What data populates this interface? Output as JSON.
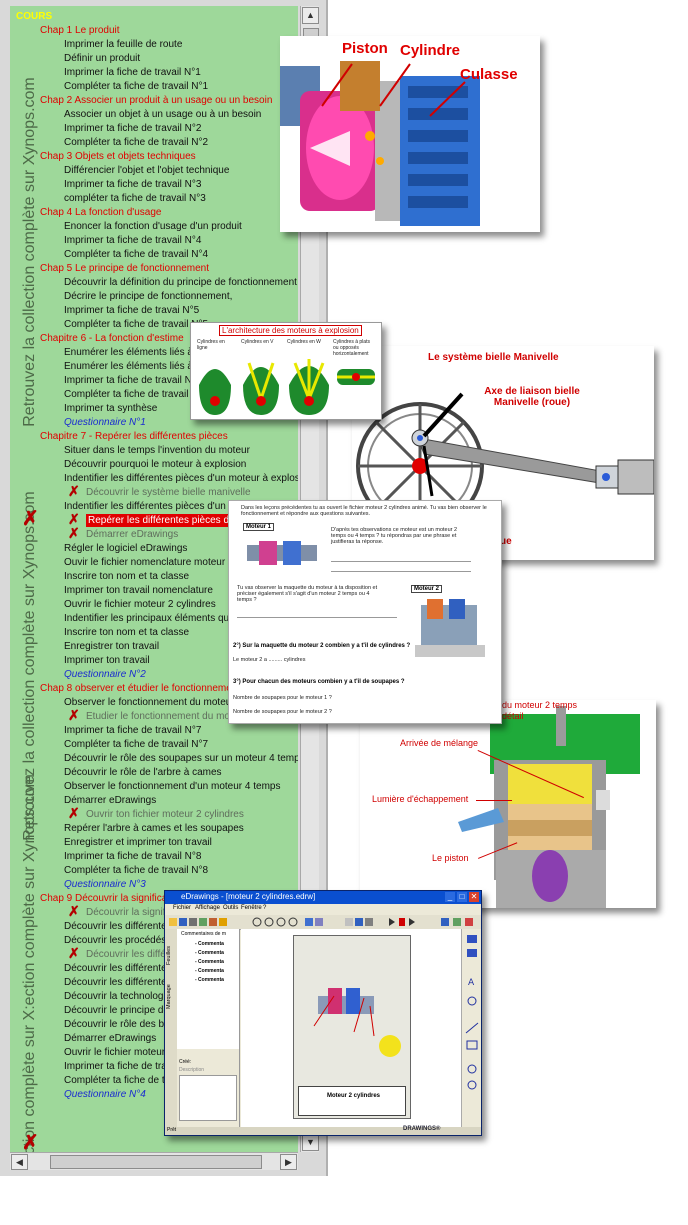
{
  "tree": {
    "root": "COURS",
    "rows": [
      {
        "cls": "head",
        "text": "Chap 1 Le produit"
      },
      {
        "cls": "",
        "text": "Imprimer la feuille de route"
      },
      {
        "cls": "",
        "text": "Définir un produit"
      },
      {
        "cls": "",
        "text": "Imprimer la fiche de travail N°1"
      },
      {
        "cls": "",
        "text": "Compléter ta fiche de travail N°1"
      },
      {
        "cls": "head",
        "text": "Chap 2 Associer un produit à un usage ou un besoin"
      },
      {
        "cls": "",
        "text": "Associer un objet à un usage ou à un besoin"
      },
      {
        "cls": "",
        "text": "Imprimer ta fiche de travail N°2"
      },
      {
        "cls": "",
        "text": "Compléter ta fiche de travail N°2"
      },
      {
        "cls": "head",
        "text": "Chap 3 Objets et objets techniques"
      },
      {
        "cls": "",
        "text": "Différencier l'objet et l'objet technique"
      },
      {
        "cls": "",
        "text": "Imprimer ta fiche de travail N°3"
      },
      {
        "cls": "",
        "text": "compléter ta fiche de travail N°3"
      },
      {
        "cls": "head",
        "text": "Chap 4 La fonction d'usage"
      },
      {
        "cls": "",
        "text": "Enoncer la fonction d'usage d'un produit"
      },
      {
        "cls": "",
        "text": "Imprimer ta fiche de travail N°4"
      },
      {
        "cls": "",
        "text": "Compléter ta fiche de travail N°4"
      },
      {
        "cls": "head",
        "text": "Chap 5 Le principe de fonctionnement"
      },
      {
        "cls": "",
        "text": "Découvrir la définition du principe de fonctionnement"
      },
      {
        "cls": "",
        "text": "Décrire le principe de fonctionnement,"
      },
      {
        "cls": "",
        "text": "Imprimer ta fiche de travai N°5"
      },
      {
        "cls": "",
        "text": "Compléter ta fiche de travail N°5"
      },
      {
        "cls": "head",
        "text": "Chapitre 6 - La fonction d'estime"
      },
      {
        "cls": "",
        "text": "Enumérer les éléments liés à la fonction d'estime"
      },
      {
        "cls": "",
        "text": "Enumérer les éléments liés à la fonction d'usage"
      },
      {
        "cls": "",
        "text": "Imprimer ta fiche de travail N°6"
      },
      {
        "cls": "",
        "text": "Compléter ta fiche de travail N°6"
      },
      {
        "cls": "",
        "text": "Imprimer ta synthèse"
      },
      {
        "cls": "quiz",
        "text": "Questionnaire N°1"
      },
      {
        "cls": "head",
        "text": "Chapitre 7 - Repérer les différentes pièces"
      },
      {
        "cls": "",
        "text": "Situer dans le temps l'invention du moteur"
      },
      {
        "cls": "",
        "text": "Découvrir pourquoi le moteur à explosion"
      },
      {
        "cls": "",
        "text": "Indentifier les différentes pièces d'un moteur à explosion"
      },
      {
        "cls": "grey",
        "text": "Découvrir le système bielle manivelle",
        "tick": true
      },
      {
        "cls": "",
        "text": "Indentifier les différentes pièces d'un moteur"
      },
      {
        "cls": "hl",
        "text": "Repérer les différentes pièces d'un moteur",
        "tick": true
      },
      {
        "cls": "grey",
        "text": "Démarrer eDrawings",
        "tick": true
      },
      {
        "cls": "",
        "text": "Régler le logiciel eDrawings"
      },
      {
        "cls": "",
        "text": "Ouvir le fichier nomenclature moteur"
      },
      {
        "cls": "",
        "text": "Inscrire ton nom et ta classe"
      },
      {
        "cls": "",
        "text": "Imprimer ton travail nomenclature"
      },
      {
        "cls": "",
        "text": "Ouvrir le fichier moteur 2 cylindres"
      },
      {
        "cls": "",
        "text": "Indentifier les principaux éléments qui composent le moteur"
      },
      {
        "cls": "",
        "text": "Inscrire ton nom et ta classe"
      },
      {
        "cls": "",
        "text": "Enregistrer ton travail"
      },
      {
        "cls": "",
        "text": "Imprimer ton travail"
      },
      {
        "cls": "quiz",
        "text": "Questionnaire N°2"
      },
      {
        "cls": "head",
        "text": "Chap 8 observer et étudier le fonctionnement d'un moteur"
      },
      {
        "cls": "",
        "text": "Observer le fonctionnement du moteur 2 temps"
      },
      {
        "cls": "grey",
        "text": "Etudier le fonctionnement du moteur 2 temps",
        "tick": true
      },
      {
        "cls": "",
        "text": "Imprimer ta fiche de travail N°7"
      },
      {
        "cls": "",
        "text": "Compléter ta fiche de travail N°7"
      },
      {
        "cls": "",
        "text": "Découvrir le rôle des soupapes sur un moteur 4 temps"
      },
      {
        "cls": "",
        "text": "Découvrir le rôle de l'arbre à cames"
      },
      {
        "cls": "",
        "text": "Observer le fonctionnement d'un moteur 4 temps"
      },
      {
        "cls": "",
        "text": "Démarrer eDrawings"
      },
      {
        "cls": "grey",
        "text": "Ouvrir ton fichier moteur 2 cylindres",
        "tick": true
      },
      {
        "cls": "",
        "text": "Repérer l'arbre à cames et les soupapes"
      },
      {
        "cls": "",
        "text": "Enregistrer et imprimer ton travail"
      },
      {
        "cls": "",
        "text": "Imprimer ta fiche de travail N°8"
      },
      {
        "cls": "",
        "text": "Compléter ta fiche de travail N°8"
      },
      {
        "cls": "quiz",
        "text": "Questionnaire N°3"
      },
      {
        "cls": "head",
        "text": "Chap 9 Découvrir la signification"
      },
      {
        "cls": "grey",
        "text": "Découvrir la signification",
        "tick": true
      },
      {
        "cls": "",
        "text": "Découvrir les différentes"
      },
      {
        "cls": "",
        "text": "Découvrir les procédés"
      },
      {
        "cls": "grey",
        "text": "Découvrir les différentes",
        "tick": true
      },
      {
        "cls": "",
        "text": "Découvrir les différentes"
      },
      {
        "cls": "",
        "text": "Découvrir les différentes"
      },
      {
        "cls": "",
        "text": "Découvrir la technologie"
      },
      {
        "cls": "",
        "text": "Découvrir le principe de"
      },
      {
        "cls": "",
        "text": "Découvrir le rôle des bo"
      },
      {
        "cls": "",
        "text": "Démarrer eDrawings"
      },
      {
        "cls": "",
        "text": "Ouvrir le fichier moteur"
      },
      {
        "cls": "",
        "text": "Imprimer ta fiche de tra"
      },
      {
        "cls": "",
        "text": "Compléter ta fiche de tra"
      },
      {
        "cls": "quiz",
        "text": "Questionnaire N°4"
      }
    ],
    "watermarks": [
      "Retrouvez la collection complète sur Xynops.com",
      "Retrouvez la collection complète sur Xynops.com",
      "Retrouvez la collection complète sur X:ection complète sur Xynops.com"
    ]
  },
  "piston_card": {
    "piston": "Piston",
    "cylindre": "Cylindre",
    "culasse": "Culasse"
  },
  "archi_card": {
    "title": "L'architecture des moteurs à explosion",
    "captions": [
      "Cylindres en ligne",
      "Cylindres en V",
      "Cylindres en W",
      "Cylindres à plats ou opposés horizontalement"
    ]
  },
  "bielle_card": {
    "title": "Le système bielle Manivelle",
    "axe": "Axe de liaison bielle Manivelle (roue)",
    "partial": "ue"
  },
  "worksheet": {
    "intro": "Dans les leçons précédentes tu as ouvert le fichier moteur 2 cylindres animé. Tu vas bien observer le fonctionnement et répondre aux questions suivantes.",
    "m1": "Moteur 1",
    "m1_text": "D'après tes observations ce moteur est un moteur 2 temps ou 4 temps ? tu répondras par une phrase et justifieras ta réponse.",
    "mid": "Tu vas observer la maquette du moteur à ta disposition et préciser également s'il s'agit d'un moteur 2 temps ou 4 temps ?",
    "m2": "Moteur 2",
    "q2": "2°) Sur la maquette du moteur 2 combien y a t'il de cylindres ?",
    "a2": "Le moteur 2 a ......... cylindres",
    "q3": "3°) Pour chacun des moteurs combien y a t'il de soupapes ?",
    "s1": "Nombre de soupapes pour le moteur 1 ?",
    "s2": "Nombre de soupapes pour le moteur 2 ?"
  },
  "deux_temps": {
    "title": "du moteur 2 temps",
    "title2": "détail",
    "arrivee": "Arrivée de mélange",
    "lumiere": "Lumière d'échappement",
    "piston": "Le piston"
  },
  "edrawings": {
    "title": "eDrawings - [moteur 2 cylindres.edrw]",
    "menu": [
      "Fichier",
      "Affichage",
      "Outils",
      "Fenêtre",
      "?"
    ],
    "tabs": [
      "Feuilles",
      "Marquage"
    ],
    "tree_header": "Commentaires de m",
    "tree_items": [
      "- Commenta",
      "- Commenta",
      "- Commenta",
      "- Commenta",
      "- Commenta"
    ],
    "creator": "Créé:",
    "description": "Description",
    "sheet_title": "Moteur 2 cylindres",
    "status_left": "Prêt",
    "brand": "DRAWINGS®"
  }
}
